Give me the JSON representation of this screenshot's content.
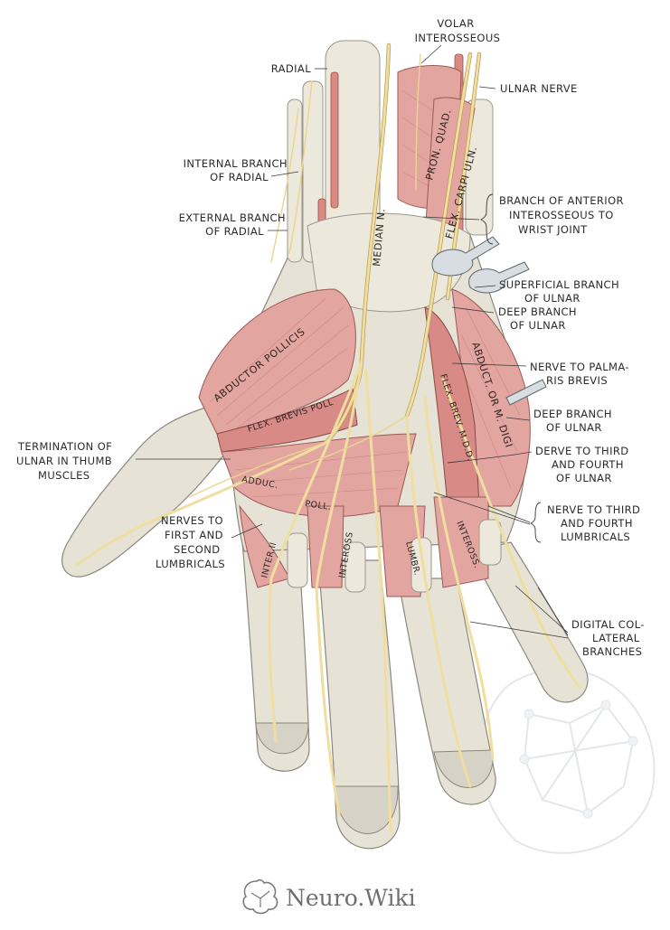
{
  "labels": {
    "volar_interosseous": [
      "VOLAR",
      "INTEROSSEOUS"
    ],
    "radial": "RADIAL",
    "ulnar_nerve": "ULNAR NERVE",
    "internal_branch_radial": [
      "INTERNAL BRANCH",
      "OF RADIAL"
    ],
    "external_branch_radial": [
      "EXTERNAL BRANCH",
      "OF RADIAL"
    ],
    "branch_anterior_interosseous": [
      "BRANCH OF ANTERIOR",
      "INTEROSSEOUS TO",
      "WRIST JOINT"
    ],
    "superficial_branch_ulnar": [
      "SUPERFICIAL BRANCH",
      "OF ULNAR"
    ],
    "deep_branch_ulnar_1": [
      "DEEP BRANCH",
      "OF ULNAR"
    ],
    "nerve_palmaris_brevis": [
      "NERVE TO PALMA-",
      "RIS BREVIS"
    ],
    "deep_branch_ulnar_2": [
      "DEEP BRANCH",
      "OF ULNAR"
    ],
    "derve_third_fourth_ulnar": [
      "DERVE TO THIRD",
      "AND FOURTH",
      "OF ULNAR"
    ],
    "nerve_third_fourth_lumbricals": [
      "NERVE TO THIRD",
      "AND FOURTH",
      "LUMBRICALS"
    ],
    "digital_collateral": [
      "DIGITAL COL-",
      "LATERAL",
      "BRANCHES"
    ],
    "termination_ulnar_thumb": [
      "TERMINATION OF",
      "ULNAR IN THUMB",
      "MUSCLES"
    ],
    "nerves_first_second_lumbricals": [
      "NERVES TO",
      "FIRST AND",
      "SECOND",
      "LUMBRICALS"
    ]
  },
  "structures": {
    "pron_quad": "PRON. QUAD.",
    "flex_carpi_uln": "FLEX. CARPI ULN.",
    "median_n": "MEDIAN N.",
    "abductor_pollicis": "ABDUCTOR POLLICIS",
    "flex_brevis_poll": "FLEX. BREVIS POLL",
    "abduct_m_digi": "ABDUCT. OR M. DIGI",
    "flex_brev_mdd": "FLEX. BREV. M.D.D.",
    "adduc": "ADDUC.",
    "poll": "POLL.",
    "interii": "INTER.II",
    "inteross_1": "INTEROSS",
    "lumbr": "LUMBR.",
    "inteross_2": "INTEROSS."
  },
  "brand": {
    "name": "Neuro.Wiki",
    "logo_icon": "brain-logo-icon",
    "watermark_icon": "brain-network-watermark-icon"
  },
  "colors": {
    "muscle": "#e3a5a0",
    "nerve": "#f0dea0",
    "tendon": "#ece8dc",
    "skin": "#e6e2d6"
  }
}
